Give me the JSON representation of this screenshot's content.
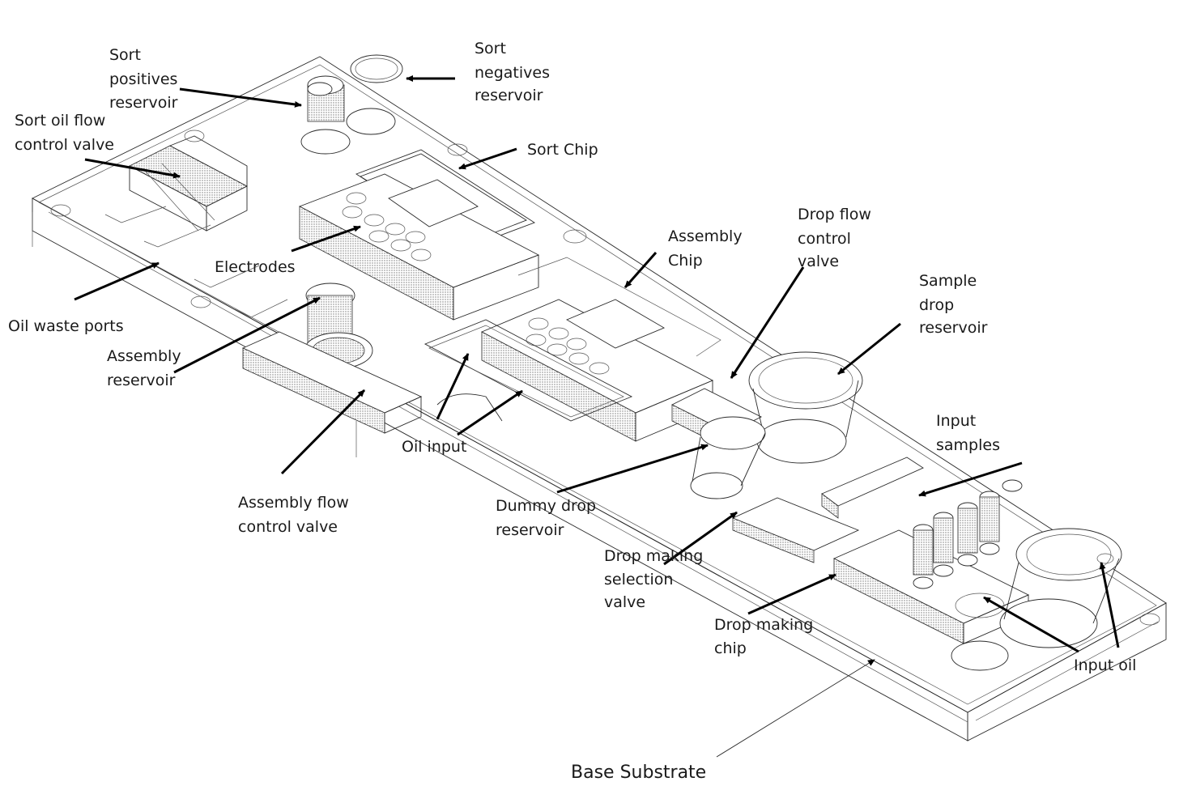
{
  "labels": {
    "sort_positives": [
      "Sort",
      "positives",
      "reservoir"
    ],
    "sort_negatives": [
      "Sort",
      "negatives",
      "reservoir"
    ],
    "sort_oil_flow": [
      "Sort oil flow",
      "control valve"
    ],
    "sort_chip": [
      "Sort  Chip"
    ],
    "electrodes": [
      "Electrodes"
    ],
    "oil_waste_ports": [
      "Oil waste ports"
    ],
    "assembly_reservoir": [
      "Assembly",
      "reservoir"
    ],
    "assembly_chip": [
      "Assembly",
      "Chip"
    ],
    "drop_flow_control": [
      "Drop flow",
      "control",
      "valve"
    ],
    "sample_drop_reservoir": [
      "Sample",
      "drop",
      "reservoir"
    ],
    "input_samples": [
      "Input",
      "samples"
    ],
    "oil_input": [
      "Oil input"
    ],
    "assembly_flow_control": [
      "Assembly flow",
      "control valve"
    ],
    "dummy_drop_reservoir": [
      "Dummy drop",
      "reservoir"
    ],
    "drop_making_selection": [
      "Drop making",
      "selection",
      "valve"
    ],
    "drop_making_chip": [
      "Drop making",
      "chip"
    ],
    "input_oil": [
      "Input oil"
    ],
    "base_substrate": [
      "Base Substrate"
    ]
  }
}
